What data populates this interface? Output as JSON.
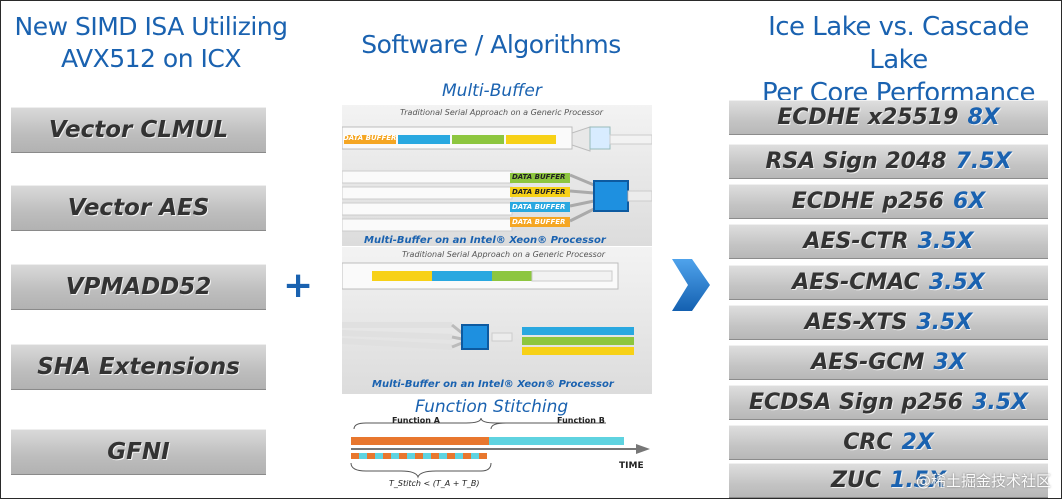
{
  "headings": {
    "left_line1": "New SIMD ISA Utilizing",
    "left_line2": "AVX512 on ICX",
    "middle": "Software / Algorithms",
    "right_line1": "Ice Lake vs. Cascade Lake",
    "right_line2": "Per Core Performance"
  },
  "features": [
    "Vector CLMUL",
    "Vector AES",
    "VPMADD52",
    "SHA Extensions",
    "GFNI"
  ],
  "plus_sign": "+",
  "software": {
    "multi_buffer_title": "Multi-Buffer",
    "serial_caption": "Traditional Serial Approach on a Generic Processor",
    "multibuffer_caption": "Multi-Buffer on an Intel® Xeon® Processor",
    "buffer_label": "DATA BUFFER",
    "function_stitching_title": "Function Stitching",
    "function_a": "Function A",
    "function_b": "Function B",
    "time_label": "TIME",
    "stitch_formula": "T_Stitch < (T_A + T_B)"
  },
  "performance": [
    {
      "name": "ECDHE x25519",
      "speedup": "8X"
    },
    {
      "name": "RSA Sign 2048",
      "speedup": "7.5X"
    },
    {
      "name": "ECDHE p256",
      "speedup": "6X"
    },
    {
      "name": "AES-CTR",
      "speedup": "3.5X"
    },
    {
      "name": "AES-CMAC",
      "speedup": "3.5X"
    },
    {
      "name": "AES-XTS",
      "speedup": "3.5X"
    },
    {
      "name": "AES-GCM",
      "speedup": "3X"
    },
    {
      "name": "ECDSA Sign p256",
      "speedup": "3.5X"
    },
    {
      "name": "CRC",
      "speedup": "2X"
    },
    {
      "name": "ZUC",
      "speedup": "1.5X"
    }
  ],
  "watermark": "@稀土掘金技术社区",
  "colors": {
    "accent_blue": "#1a62b0",
    "buffer_orange": "#f5a623",
    "buffer_blue": "#29a8e0",
    "buffer_green": "#8dc63f",
    "buffer_yellow": "#f7d117",
    "function_a": "#e8772e",
    "function_b": "#5fd3e0"
  }
}
